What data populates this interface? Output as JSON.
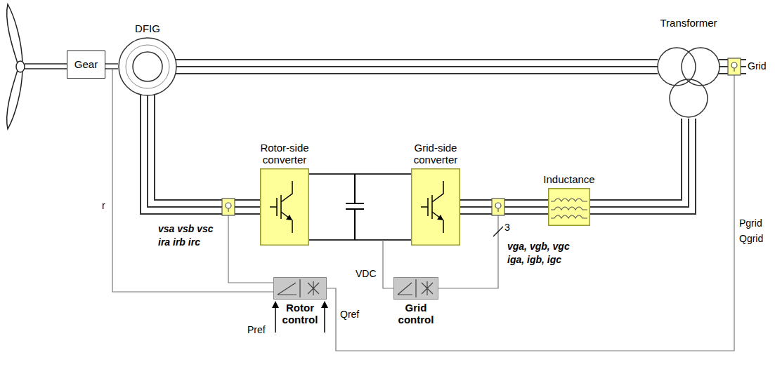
{
  "diagram": {
    "nodes": [
      {
        "text": [
          "Gear"
        ]
      },
      {
        "text": [
          "DFIG"
        ]
      },
      {
        "text": [
          "Transformer"
        ]
      },
      {
        "text": [
          "Rotor-side converter"
        ]
      },
      {
        "text": [
          "Grid-side converter"
        ]
      },
      {
        "text": [
          "Inductance"
        ]
      },
      {
        "text": [
          "Rotor control"
        ]
      },
      {
        "text": [
          "Grid control"
        ]
      }
    ],
    "edges": [
      {
        "from": 0,
        "to": 1,
        "arrow": "none"
      },
      {
        "from": 1,
        "to": 2,
        "arrow": "none"
      },
      {
        "from": 1,
        "to": 3,
        "arrow": "none"
      },
      {
        "from": 3,
        "to": 4,
        "arrow": "none"
      },
      {
        "from": 4,
        "to": 5,
        "arrow": "none"
      },
      {
        "from": 5,
        "to": 2,
        "arrow": "none"
      }
    ],
    "labels": [
      "r",
      "vsa vsb vsc",
      "ira irb irc",
      "3",
      "vga, vgb, vgc",
      "iga, igb, igc",
      "VDC",
      "Pref",
      "Qref",
      "Pgrid",
      "Qgrid",
      "Grid"
    ]
  }
}
